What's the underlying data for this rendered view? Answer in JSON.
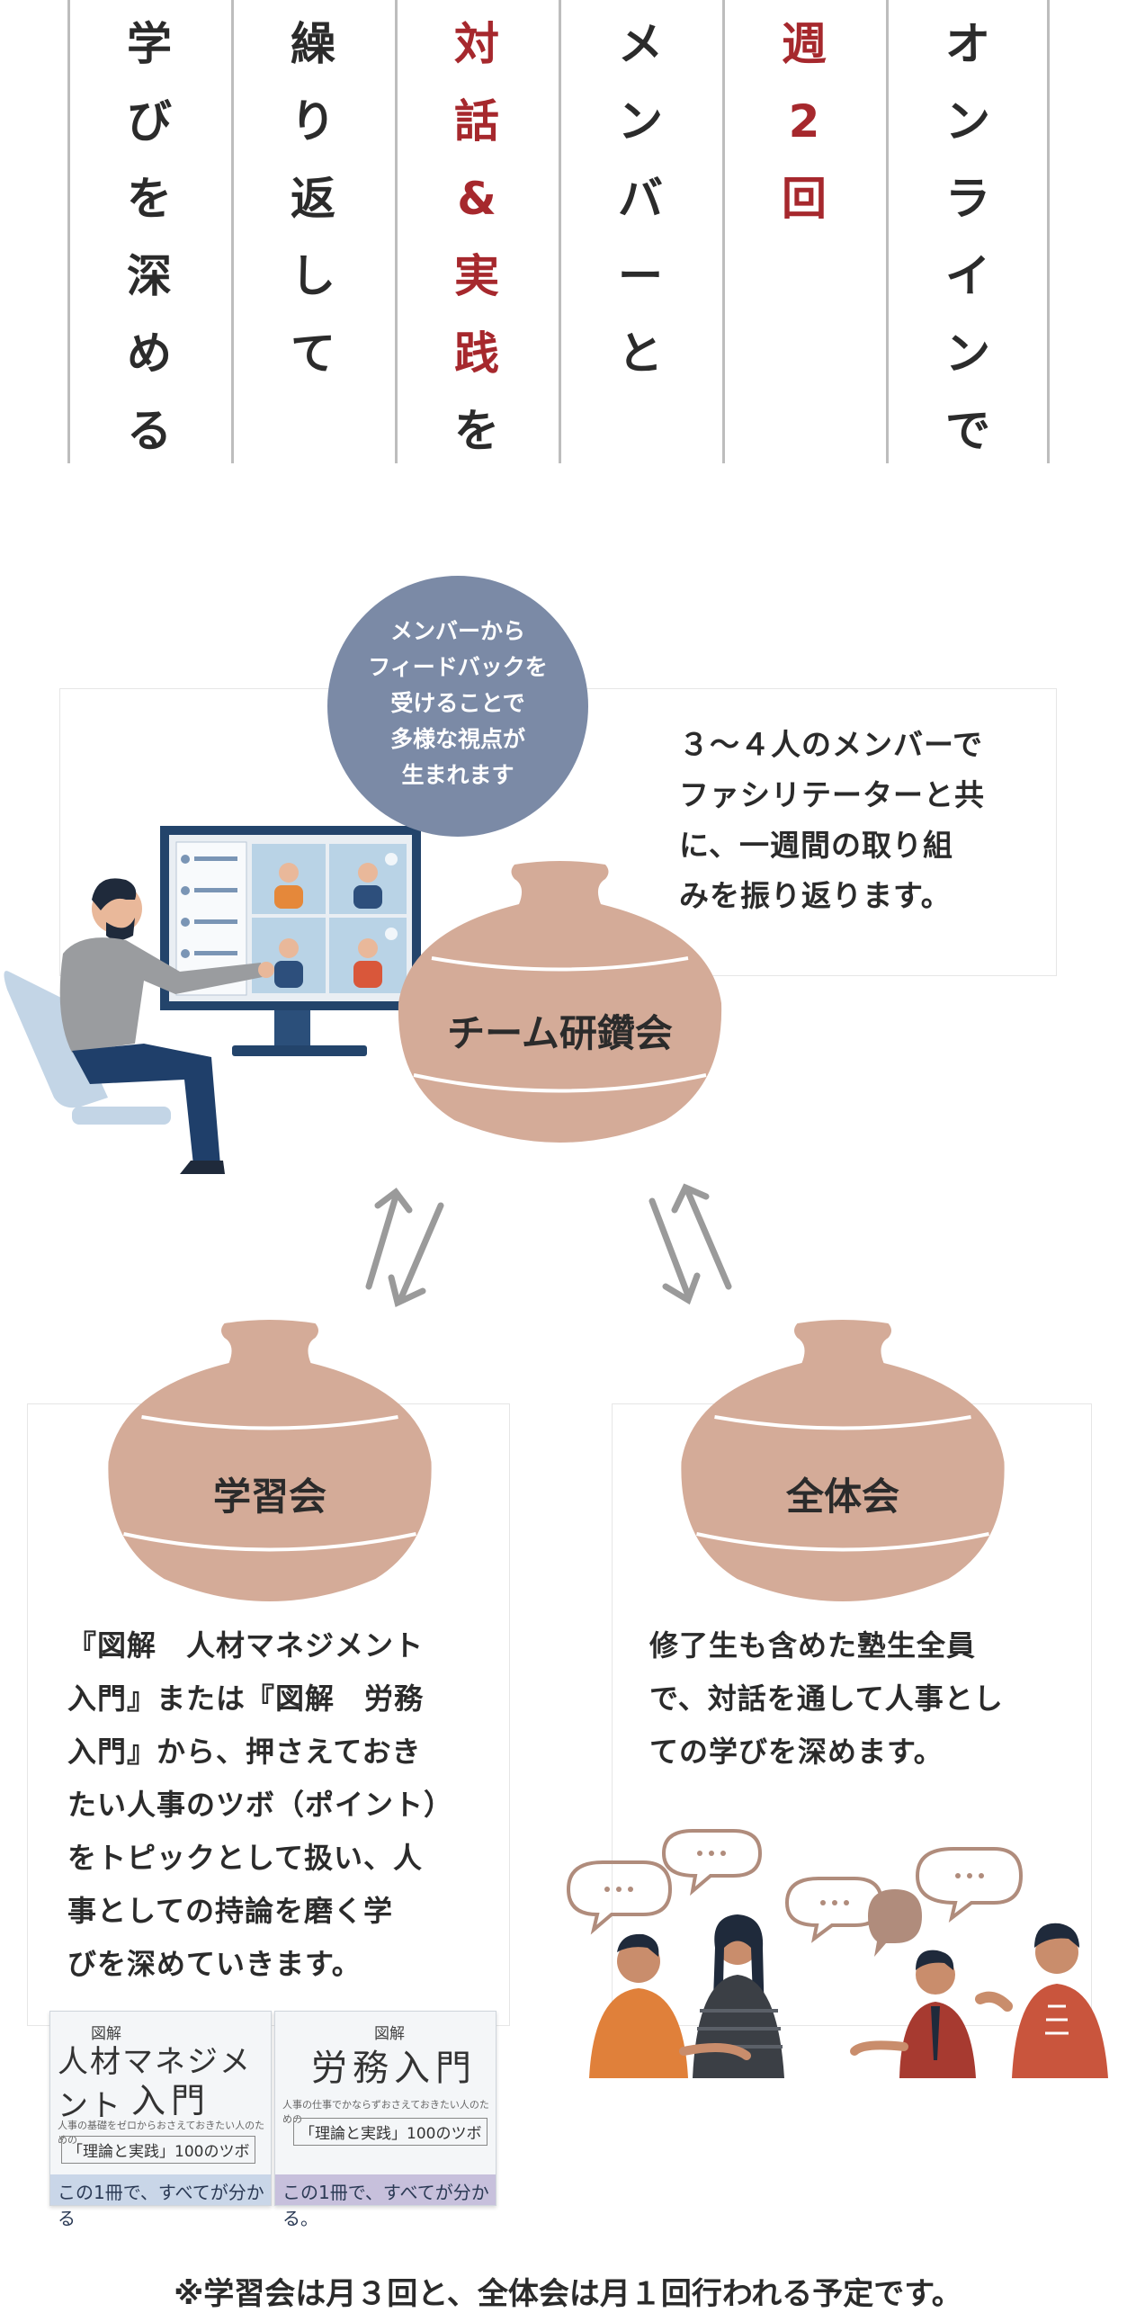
{
  "headline": {
    "columns": [
      {
        "id": "c1",
        "chars": [
          "学",
          "び",
          "を",
          "深",
          "め",
          "る"
        ],
        "accent": false
      },
      {
        "id": "c2",
        "chars": [
          "繰",
          "り",
          "返",
          "し",
          "て"
        ],
        "accent": false
      },
      {
        "id": "c3",
        "chars": [
          "対",
          "話",
          "&",
          "実",
          "践",
          "を"
        ],
        "accent_upto": 5
      },
      {
        "id": "c4",
        "chars": [
          "メ",
          "ン",
          "バ",
          "ー",
          "と"
        ],
        "accent": false
      },
      {
        "id": "c5",
        "chars": [
          "週",
          "2",
          "回"
        ],
        "accent": true
      },
      {
        "id": "c6",
        "chars": [
          "オ",
          "ン",
          "ラ",
          "イ",
          "ン",
          "で"
        ],
        "accent": false
      }
    ]
  },
  "team": {
    "bubble_lines": [
      "メンバーから",
      "フィードバックを",
      "受けることで",
      "多様な視点が",
      "生まれます"
    ],
    "desc_lines": [
      "３～４人のメンバーで",
      "ファシリテーターと共",
      "に、一週間の取り組",
      "みを振り返ります。"
    ],
    "pot_label": "チーム研鑽会"
  },
  "study": {
    "pot_label": "学習会",
    "desc_lines": [
      "『図解　人材マネジメント",
      "入門』または『図解　労務",
      "入門』から、押さえておき",
      "たい人事のツボ（ポイント）",
      "をトピックとして扱い、人",
      "事としての持論を磨く学",
      "びを深めていきます。"
    ]
  },
  "all": {
    "pot_label": "全体会",
    "desc_lines": [
      "修了生も含めた塾生全員",
      "で、対話を通して人事とし",
      "ての学びを深めます。"
    ]
  },
  "books": [
    {
      "small": "図解",
      "title": "人材マネジメント",
      "title2": "入門",
      "sub": "人事の基礎をゼロからおさえておきたい人のための",
      "tag": "「理論と実践」100のツボ",
      "band": "この1冊で、すべてが分かる",
      "band_color": "#c9d6e8"
    },
    {
      "small": "図解",
      "title": "労務入門",
      "title2": "",
      "sub": "人事の仕事でかならずおさえておきたい人のための",
      "tag": "「理論と実践」100のツボ",
      "band": "この1冊で、すべてが分かる。",
      "band_color": "#c7c0dc"
    }
  ],
  "footnote": "※学習会は月３回と、全体会は月１回行われる予定です。",
  "colors": {
    "accent": "#a6282d",
    "pot": "#d4ab98",
    "bubble": "#7b8aa6",
    "arrow": "#9a9a9a"
  }
}
